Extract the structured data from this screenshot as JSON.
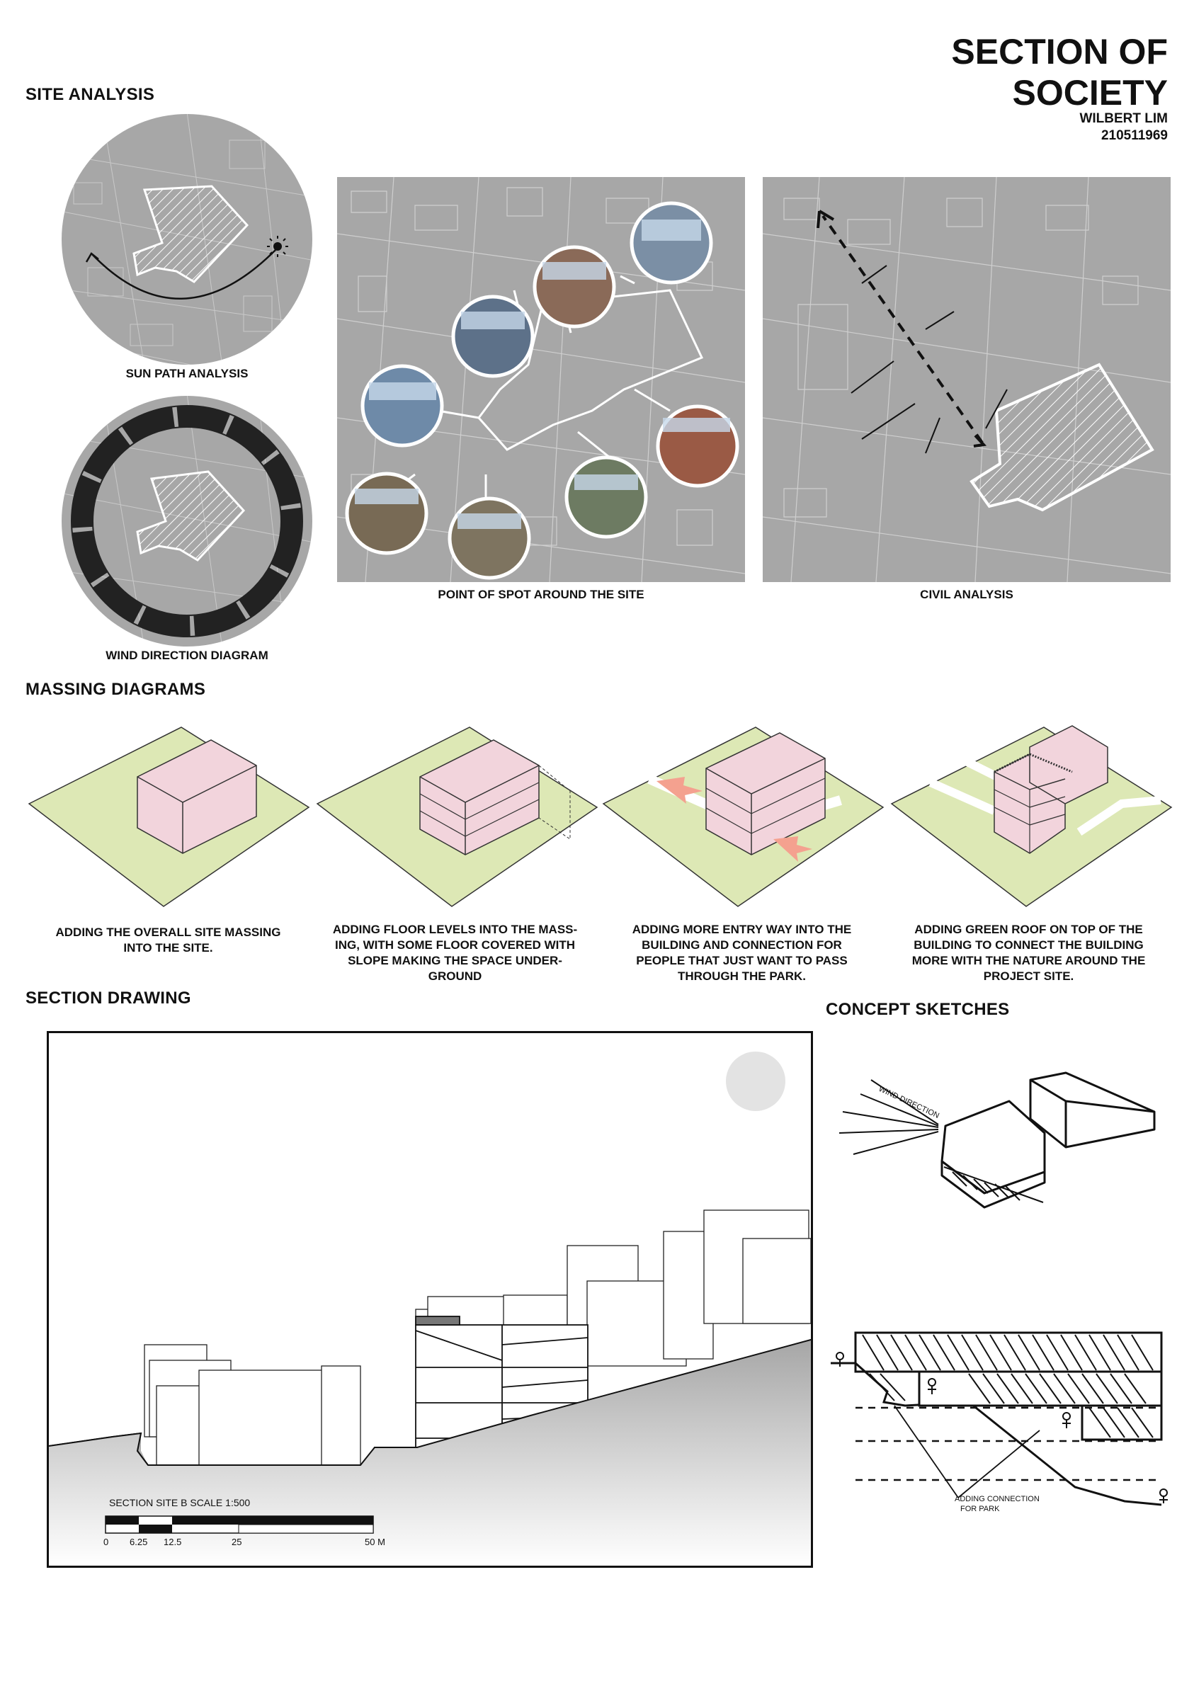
{
  "header": {
    "title_line1": "SECTION OF",
    "title_line2": "SOCIETY",
    "author": "WILBERT LIM",
    "student_id": "210511969"
  },
  "site_analysis": {
    "heading": "SITE ANALYSIS",
    "sun_path_caption": "SUN PATH ANALYSIS",
    "wind_caption": "WIND DIRECTION DIAGRAM",
    "points_caption": "POINT OF SPOT AROUND THE SITE",
    "civil_caption": "CIVIL ANALYSIS"
  },
  "massing": {
    "heading": "MASSING DIAGRAMS",
    "steps": [
      {
        "line1": "ADDING THE OVERALL SITE MASSING",
        "line2": "INTO THE SITE.",
        "line3": "",
        "line4": ""
      },
      {
        "line1": "ADDING FLOOR LEVELS INTO THE MASS-",
        "line2": "ING, WITH SOME FLOOR COVERED WITH",
        "line3": "SLOPE MAKING THE SPACE UNDER-",
        "line4": "GROUND"
      },
      {
        "line1": "ADDING MORE ENTRY WAY INTO THE",
        "line2": "BUILDING AND CONNECTION FOR",
        "line3": "PEOPLE THAT JUST WANT TO PASS",
        "line4": "THROUGH THE PARK."
      },
      {
        "line1": "ADDING GREEN ROOF ON TOP OF THE",
        "line2": "BUILDING TO CONNECT THE BUILDING",
        "line3": "MORE WITH THE NATURE AROUND THE",
        "line4": "PROJECT SITE."
      }
    ]
  },
  "section": {
    "heading": "SECTION DRAWING",
    "scale_title": "SECTION SITE B SCALE 1:500",
    "scale_ticks": [
      "0",
      "6.25",
      "12.5",
      "25",
      "50 M"
    ]
  },
  "concept": {
    "heading": "CONCEPT SKETCHES",
    "sketch1_note": "WIND DIRECTION",
    "sketch2_note_line1": "ADDING CONNECTION",
    "sketch2_note_line2": "FOR PARK"
  },
  "colors": {
    "map_grey": "#a7a7a7",
    "massing_green": "#dde8b5",
    "massing_pink": "#f2d4dc",
    "entry_arrow": "#f4a18f"
  }
}
